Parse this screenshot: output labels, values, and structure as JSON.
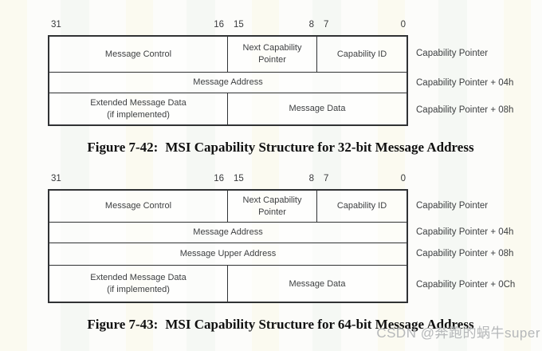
{
  "colors": {
    "border": "#303234",
    "cell_text": "#3d3f41",
    "bit_text": "#37393b",
    "caption_text": "#101010",
    "watermark": "#b5b7b9",
    "page_bg": "#fcfcfa"
  },
  "watermark": "CSDN @奔跑的蜗牛super",
  "figures": [
    {
      "caption": {
        "label": "Figure 7-42:",
        "title": "MSI Capability Structure for 32-bit Message Address"
      },
      "bits": [
        "31",
        "16",
        "15",
        "8",
        "7",
        "0"
      ],
      "rows": [
        {
          "cells": [
            {
              "label": "Message Control"
            },
            {
              "label": "Next Capability Pointer"
            },
            {
              "label": "Capability ID"
            }
          ],
          "offset": "Capability Pointer"
        },
        {
          "cells": [
            {
              "label": "Message Address"
            }
          ],
          "offset": "Capability Pointer + 04h"
        },
        {
          "cells": [
            {
              "label": "Extended Message Data",
              "sub": "(if implemented)"
            },
            {
              "label": "Message Data"
            }
          ],
          "offset": "Capability Pointer + 08h"
        }
      ]
    },
    {
      "caption": {
        "label": "Figure 7-43:",
        "title": "MSI Capability Structure for 64-bit Message Address"
      },
      "bits": [
        "31",
        "16",
        "15",
        "8",
        "7",
        "0"
      ],
      "rows": [
        {
          "cells": [
            {
              "label": "Message Control"
            },
            {
              "label": "Next Capability Pointer"
            },
            {
              "label": "Capability ID"
            }
          ],
          "offset": "Capability Pointer"
        },
        {
          "cells": [
            {
              "label": "Message Address"
            }
          ],
          "offset": "Capability Pointer + 04h"
        },
        {
          "cells": [
            {
              "label": "Message Upper Address"
            }
          ],
          "offset": "Capability Pointer + 08h"
        },
        {
          "cells": [
            {
              "label": "Extended Message Data",
              "sub": "(if implemented)"
            },
            {
              "label": "Message Data"
            }
          ],
          "offset": "Capability Pointer + 0Ch"
        }
      ]
    }
  ]
}
